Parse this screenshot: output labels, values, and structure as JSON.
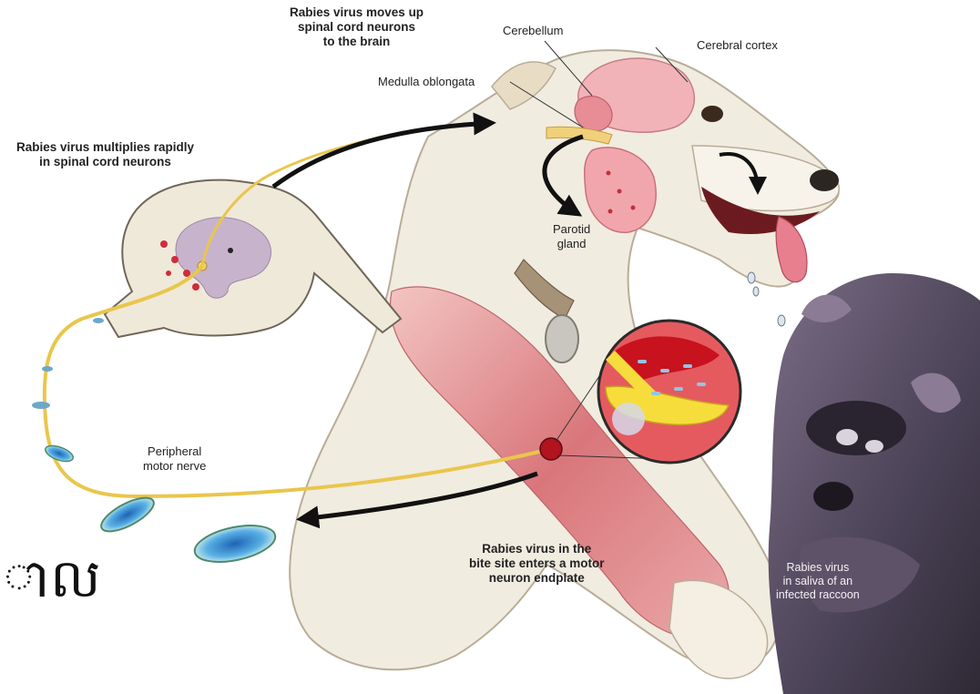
{
  "labels": {
    "moves_up": [
      "Rabies virus moves up",
      "spinal cord neurons",
      "to the brain"
    ],
    "cerebellum": "Cerebellum",
    "cerebral_cortex": "Cerebral cortex",
    "medulla": "Medulla oblongata",
    "multiplies": [
      "Rabies virus multiplies rapidly",
      "in spinal cord neurons"
    ],
    "parotid": [
      "Parotid",
      "gland"
    ],
    "peripheral": [
      "Peripheral",
      "motor nerve"
    ],
    "bite_site": [
      "Rabies virus in the",
      "bite site enters a motor",
      "neuron endplate"
    ],
    "raccoon": [
      "Rabies virus",
      "in saliva of an",
      "infected raccoon"
    ]
  },
  "overlay_text": "ាល",
  "colors": {
    "dog_fur": "#f1ece0",
    "muscle": "#d9727a",
    "nerve": "#e9c64c",
    "virus": "#4d9bd6",
    "brain": "#f2b3b8",
    "raccoon": "#5b5066",
    "arrow": "#111111"
  }
}
